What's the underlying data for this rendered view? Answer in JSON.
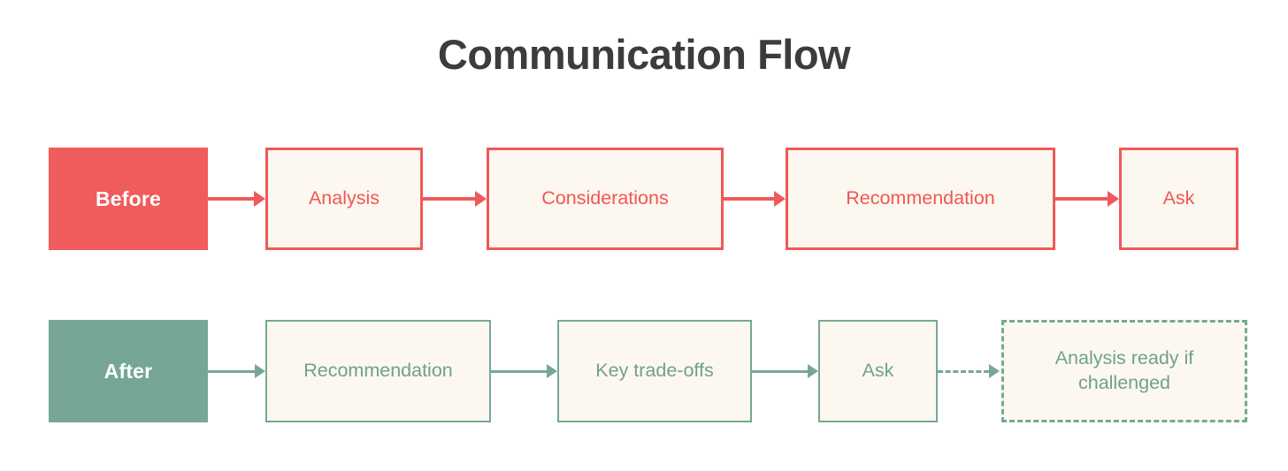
{
  "page": {
    "title": "Communication Flow",
    "background": "#ffffff"
  },
  "colors": {
    "title_text": "#3c3c3c",
    "before_accent": "#f05b5b",
    "before_border": "#f0595a",
    "before_text": "#f25555",
    "after_accent": "#76a796",
    "after_border": "#76a796",
    "after_text": "#6fa18e",
    "box_fill": "#fdf8ef",
    "label_text": "#ffffff"
  },
  "rows": [
    {
      "id": "before",
      "label": "Before",
      "accent": "#f05b5b",
      "steps": [
        {
          "label": "Analysis",
          "style": "solid"
        },
        {
          "label": "Considerations",
          "style": "solid"
        },
        {
          "label": "Recommendation",
          "style": "solid"
        },
        {
          "label": "Ask",
          "style": "solid"
        }
      ],
      "connectors": [
        "solid",
        "solid",
        "solid",
        "solid"
      ]
    },
    {
      "id": "after",
      "label": "After",
      "accent": "#76a796",
      "steps": [
        {
          "label": "Recommendation",
          "style": "solid"
        },
        {
          "label": "Key trade-offs",
          "style": "solid"
        },
        {
          "label": "Ask",
          "style": "solid"
        },
        {
          "label": "Analysis ready if challenged",
          "style": "dashed"
        }
      ],
      "connectors": [
        "solid",
        "solid",
        "solid",
        "dashed"
      ]
    }
  ]
}
